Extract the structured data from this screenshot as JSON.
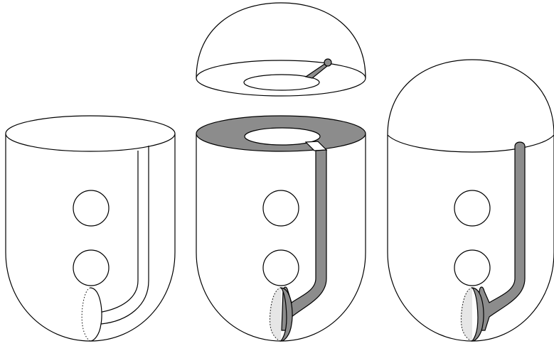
{
  "figure": {
    "panels": [
      {
        "id": "left",
        "holes": 2,
        "shaded": false,
        "has_cap": false
      },
      {
        "id": "middle",
        "holes": 2,
        "shaded": true,
        "has_cap": true,
        "cap_detached": true
      },
      {
        "id": "right",
        "holes": 2,
        "shaded": true,
        "has_cap": true,
        "cap_detached": false
      }
    ],
    "colors": {
      "background": "#ffffff",
      "stroke": "#000000",
      "shading": "#8c8c8c",
      "light_shading": "#e6e6e6"
    }
  }
}
